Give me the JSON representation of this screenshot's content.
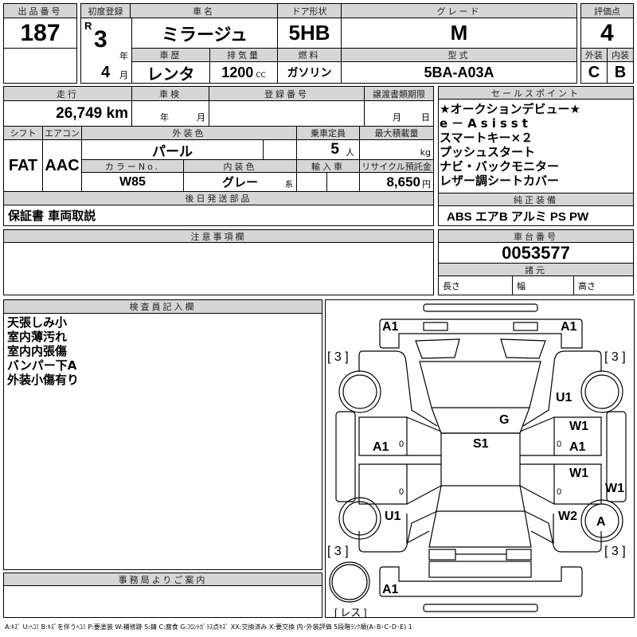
{
  "lot": {
    "label": "出品番号",
    "value": "187"
  },
  "header": {
    "first_reg": "初度登録",
    "car_name": "車名",
    "door": "ドア形状",
    "grade": "グレード",
    "history": "車歴",
    "displacement": "排気量",
    "fuel": "燃料",
    "model_code": "型式"
  },
  "values": {
    "era": "R",
    "year": "3",
    "year_unit": "年",
    "month": "4",
    "month_unit": "月",
    "car_name": "ミラージュ",
    "door": "5HB",
    "grade": "M",
    "history": "レンタ",
    "displacement": "1200",
    "cc": "CC",
    "fuel": "ガソリン",
    "model_code": "5BA-A03A"
  },
  "score": {
    "label": "評価点",
    "value": "4",
    "ext_label": "外装",
    "int_label": "内装",
    "ext": "C",
    "int": "B"
  },
  "info": {
    "mileage_label": "走行",
    "mileage": "26,749 km",
    "inspection_label": "車検",
    "insp_year": "年",
    "insp_month": "月",
    "reg_no_label": "登録番号",
    "transfer_label": "譲渡書類期限",
    "tr_month": "月",
    "tr_day": "日",
    "shift_label": "シフト",
    "ac_label": "エアコン",
    "ext_color_label": "外装色",
    "capacity_label": "乗車定員",
    "max_load_label": "最大積載量",
    "shift": "FAT",
    "ac": "AAC",
    "ext_color": "パール",
    "capacity": "5",
    "capacity_unit": "人",
    "load_unit": "kg",
    "color_no_label": "カラーNo.",
    "int_color_label": "内装色",
    "import_label": "輸入車",
    "recycle_label": "リサイクル預託金",
    "color_no": "W85",
    "int_color": "グレー",
    "int_color_suffix": "系",
    "recycle": "8,650",
    "yen": "円",
    "later_parts_label": "後日発送部品",
    "later_parts": "保証書 車両取説"
  },
  "sales": {
    "label": "セールスポイント",
    "items": [
      "★オークションデビュー★",
      "e－Asisst",
      "スマートキー×２",
      "プッシュスタート",
      "ナビ・バックモニター",
      "レザー調シートカバー"
    ],
    "equip_label": "純正装備",
    "equip": "ABS エアB アルミ PS PW"
  },
  "notes": {
    "label": "注意事項欄"
  },
  "chassis": {
    "label": "車台番号",
    "value": "0053577",
    "spec_label": "諸元",
    "length": "長さ",
    "width": "幅",
    "height": "高さ"
  },
  "inspector": {
    "label": "検査員記入欄",
    "items": [
      "天張しみ小",
      "室内薄汚れ",
      "室内内張傷",
      "バンパー下A",
      "外装小傷有り"
    ]
  },
  "office": {
    "label": "事務局よりご案内"
  },
  "diagram": {
    "marks": [
      "A1",
      "A1",
      "[ 3 ]",
      "[ 3 ]",
      "U1",
      "G",
      "W1",
      "S1",
      "A1",
      "A1",
      "W1",
      "W1",
      "U1",
      "W2",
      "A",
      "[ 3 ]",
      "[ 3 ]",
      "A1",
      "[ レス ]"
    ],
    "zeros": [
      "0",
      "0",
      "0",
      "0"
    ]
  },
  "legend": "A:ｷｽﾞ U:ﾍｺﾐ B:ｷｽﾞを伴うﾍｺﾐ P:要塗装 W:補修跡 S:錆 C:腐食 G:ﾌﾛﾝﾄｶﾞﾗｽ点ｷｽﾞ XX:交換済み X:要交換 内･外装評価 5段階ﾗﾝｸ順(A･B･C･D･E) 1"
}
